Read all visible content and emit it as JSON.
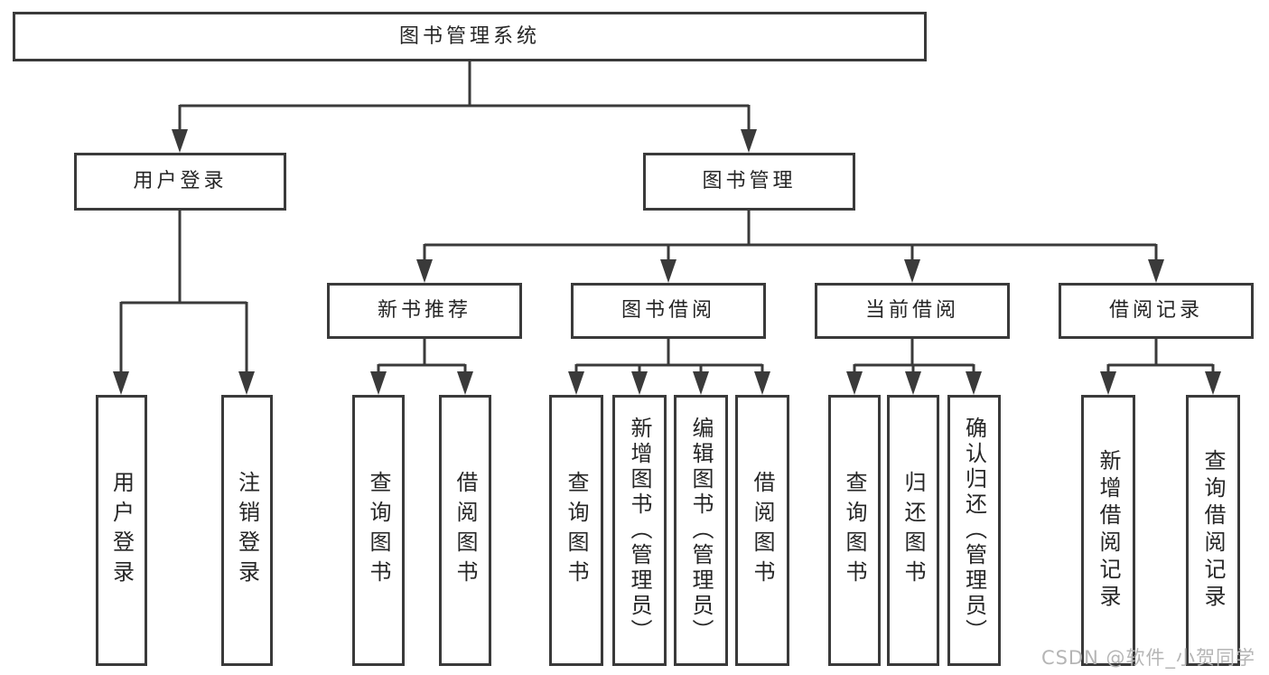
{
  "root": {
    "label": "图书管理系统"
  },
  "level2": [
    {
      "label": "用户登录"
    },
    {
      "label": "图书管理"
    }
  ],
  "level3": [
    {
      "label": "新书推荐"
    },
    {
      "label": "图书借阅"
    },
    {
      "label": "当前借阅"
    },
    {
      "label": "借阅记录"
    }
  ],
  "leaves": {
    "user_login": [
      {
        "label": "用户登录"
      },
      {
        "label": "注销登录"
      }
    ],
    "new_book_recommend": [
      {
        "label": "查询图书"
      },
      {
        "label": "借阅图书"
      }
    ],
    "book_borrow": [
      {
        "label": "查询图书"
      },
      {
        "label": "新增图书（管理员）"
      },
      {
        "label": "编辑图书（管理员）"
      },
      {
        "label": "借阅图书"
      }
    ],
    "current_borrow": [
      {
        "label": "查询图书"
      },
      {
        "label": "归还图书"
      },
      {
        "label": "确认归还（管理员）"
      }
    ],
    "borrow_records": [
      {
        "label": "新增借阅记录"
      },
      {
        "label": "查询借阅记录"
      }
    ]
  },
  "watermark": {
    "text": "CSDN @软件_小贺同学"
  },
  "colors": {
    "line": "#3a3a3a",
    "box_border": "#3a3a3a",
    "box_fill": "#ffffff",
    "text": "#262626",
    "watermark_text": "#b5b5b5"
  }
}
